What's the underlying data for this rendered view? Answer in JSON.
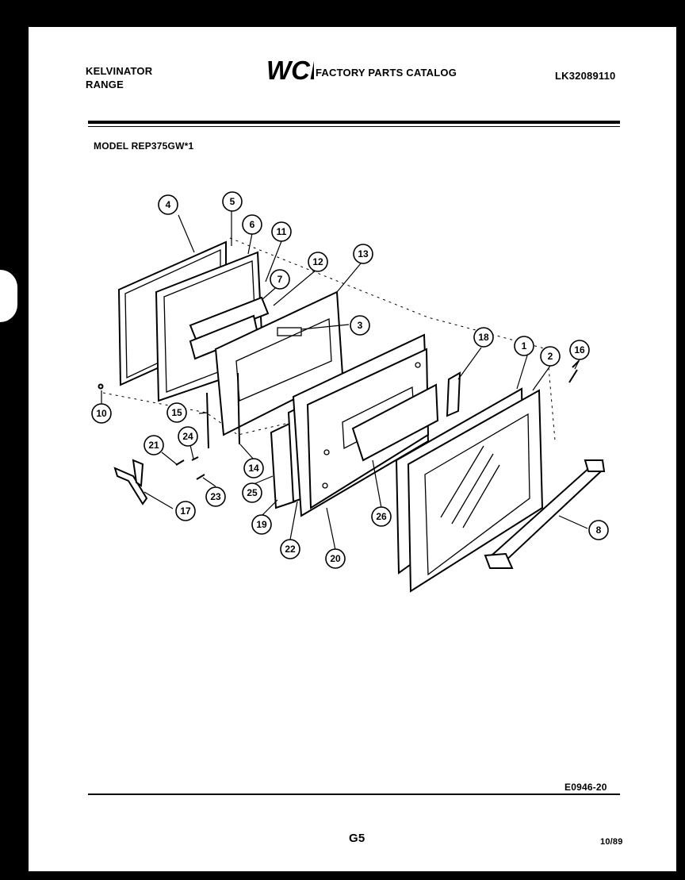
{
  "header": {
    "brand_line1": "KELVINATOR",
    "brand_line2": "RANGE",
    "logo_text": "WCI",
    "catalog_title": "FACTORY PARTS CATALOG",
    "catalog_number": "LK32089110",
    "model": "MODEL REP375GW*1"
  },
  "diagram": {
    "callouts": [
      {
        "label": "1"
      },
      {
        "label": "2"
      },
      {
        "label": "3"
      },
      {
        "label": "4"
      },
      {
        "label": "5"
      },
      {
        "label": "6"
      },
      {
        "label": "7"
      },
      {
        "label": "8"
      },
      {
        "label": "10"
      },
      {
        "label": "11"
      },
      {
        "label": "12"
      },
      {
        "label": "13"
      },
      {
        "label": "14"
      },
      {
        "label": "15"
      },
      {
        "label": "16"
      },
      {
        "label": "17"
      },
      {
        "label": "18"
      },
      {
        "label": "19"
      },
      {
        "label": "20"
      },
      {
        "label": "21"
      },
      {
        "label": "22"
      },
      {
        "label": "23"
      },
      {
        "label": "24"
      },
      {
        "label": "25"
      },
      {
        "label": "26"
      }
    ]
  },
  "footer": {
    "drawing_code": "E0946-20",
    "page_code": "G5",
    "date": "10/89"
  }
}
